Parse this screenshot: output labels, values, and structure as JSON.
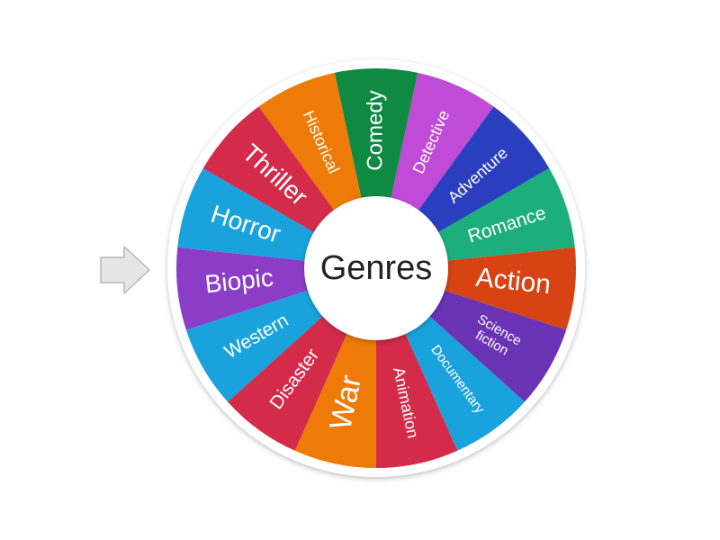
{
  "wheel": {
    "center_label": "Genres",
    "segments": [
      {
        "label": "Comedy",
        "color": "#0e8a43"
      },
      {
        "label": "Detective",
        "color": "#c04bd6"
      },
      {
        "label": "Adventure",
        "color": "#2a3fbf"
      },
      {
        "label": "Romance",
        "color": "#1cae7c"
      },
      {
        "label": "Action",
        "color": "#d84313"
      },
      {
        "label": "Science fiction",
        "color": "#6a33b5"
      },
      {
        "label": "Documentary",
        "color": "#1aa2dc"
      },
      {
        "label": "Animation",
        "color": "#d32b49"
      },
      {
        "label": "War",
        "color": "#ee7a07"
      },
      {
        "label": "Disaster",
        "color": "#d32b49"
      },
      {
        "label": "Western",
        "color": "#1aa2dc"
      },
      {
        "label": "Biopic",
        "color": "#8b3dc8"
      },
      {
        "label": "Horror",
        "color": "#1aa2dc"
      },
      {
        "label": "Thriller",
        "color": "#d32b49"
      },
      {
        "label": "Historical",
        "color": "#ee7a07"
      }
    ]
  },
  "pointer": {
    "icon": "arrow-right-icon",
    "color": "#e6e6e6"
  }
}
